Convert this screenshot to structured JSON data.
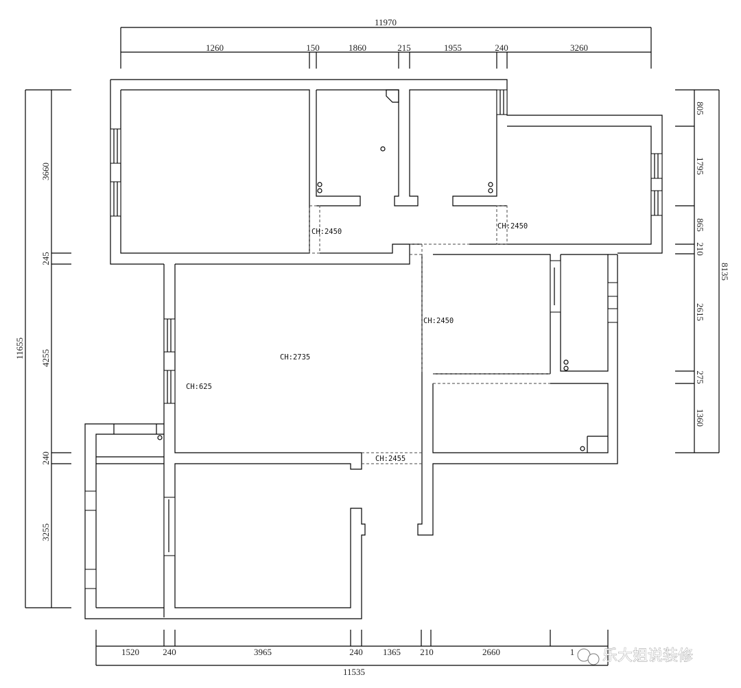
{
  "dimensions": {
    "top_total": "11970",
    "top": [
      "1260",
      "150",
      "1860",
      "215",
      "1955",
      "240",
      "3260"
    ],
    "bottom_total": "11535",
    "bottom": [
      "1520",
      "240",
      "3965",
      "240",
      "1365",
      "210",
      "2660",
      "1"
    ],
    "left_total": "11655",
    "left": [
      "3660",
      "245",
      "4255",
      "240",
      "3255"
    ],
    "right_total": "8135",
    "right": [
      "805",
      "1795",
      "865",
      "210",
      "2615",
      "275",
      "1360"
    ]
  },
  "ceiling_heights": [
    "CH:2450",
    "CH:2450",
    "CH:2450",
    "CH:2735",
    "CH:625",
    "CH:2455"
  ],
  "watermark": "乐大姐说装修"
}
